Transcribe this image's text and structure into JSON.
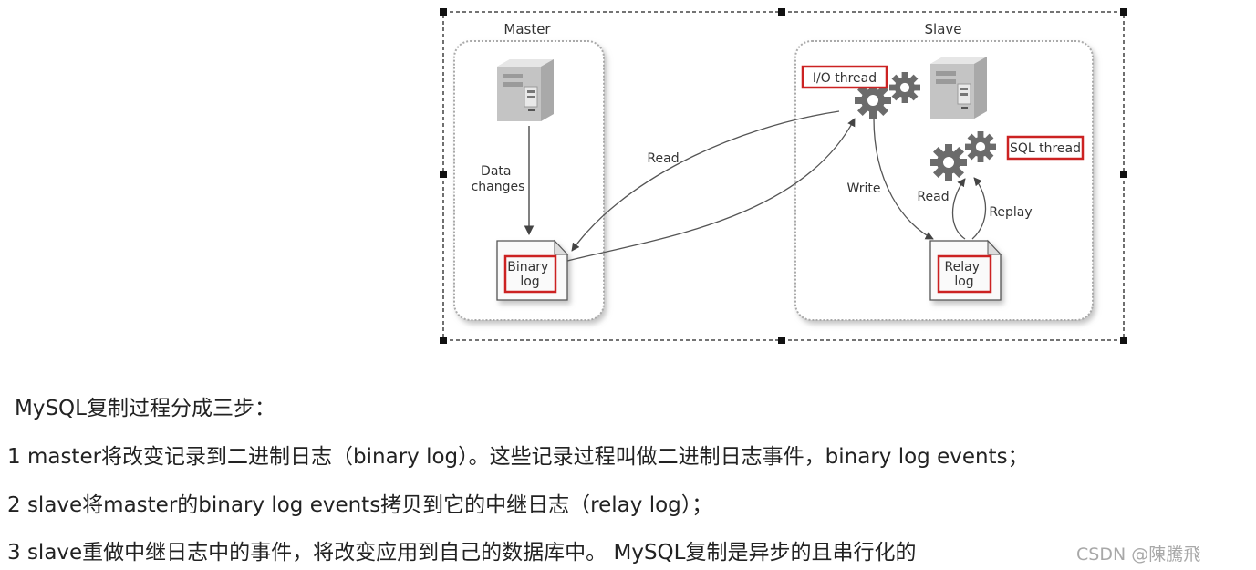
{
  "diagram": {
    "master_label": "Master",
    "slave_label": "Slave",
    "data_changes_label": [
      "Data",
      "changes"
    ],
    "binary_log_label": [
      "Binary",
      "log"
    ],
    "read_label_master": "Read",
    "io_thread_label": "I/O thread",
    "sql_thread_label": "SQL thread",
    "write_label": "Write",
    "read_label_slave": "Read",
    "replay_label": "Replay",
    "relay_log_label": [
      "Relay",
      "log"
    ],
    "highlight_color": "#cc2222"
  },
  "text": {
    "title": "MySQL复制过程分成三步：",
    "line1": "1 master将改变记录到二进制日志（binary log）。这些记录过程叫做二进制日志事件，binary log events；",
    "line2": "2 slave将master的binary log events拷贝到它的中继日志（relay log）；",
    "line3": "3 slave重做中继日志中的事件，将改变应用到自己的数据库中。 MySQL复制是异步的且串行化的"
  },
  "watermark": "CSDN @陳騰飛"
}
